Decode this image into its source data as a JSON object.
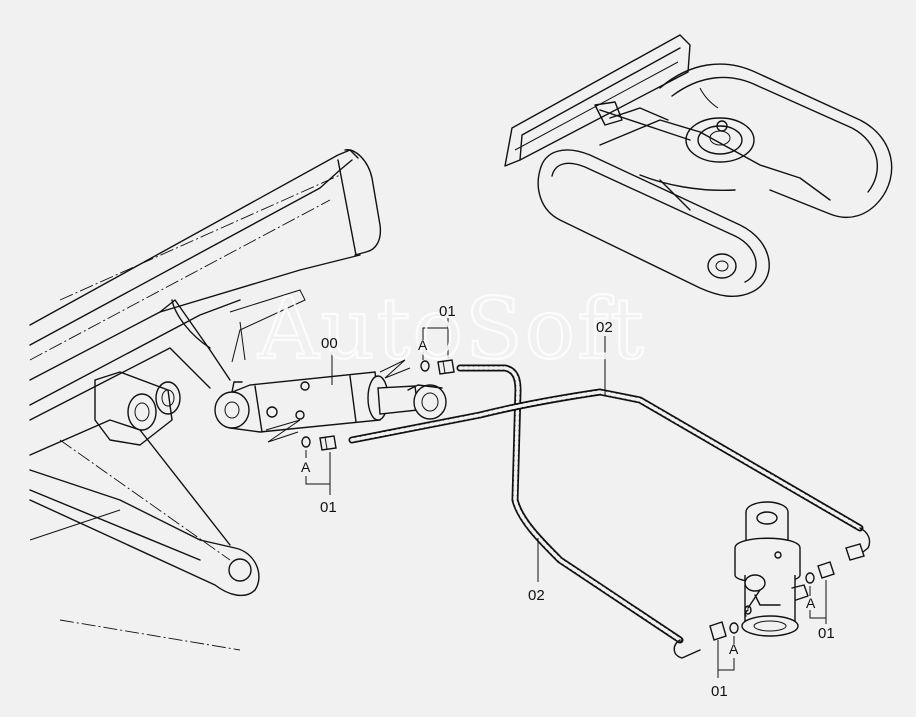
{
  "labels": {
    "cylinder": "00",
    "fitting_top": "01",
    "fitting_bottom_left": "01",
    "fitting_right": "01",
    "fitting_bottom_right": "01",
    "hose_top": "02",
    "hose_bottom": "02",
    "a_top": "A",
    "a_left": "A",
    "a_right": "A",
    "a_bottom": "A"
  },
  "watermark": "AutoSoft"
}
